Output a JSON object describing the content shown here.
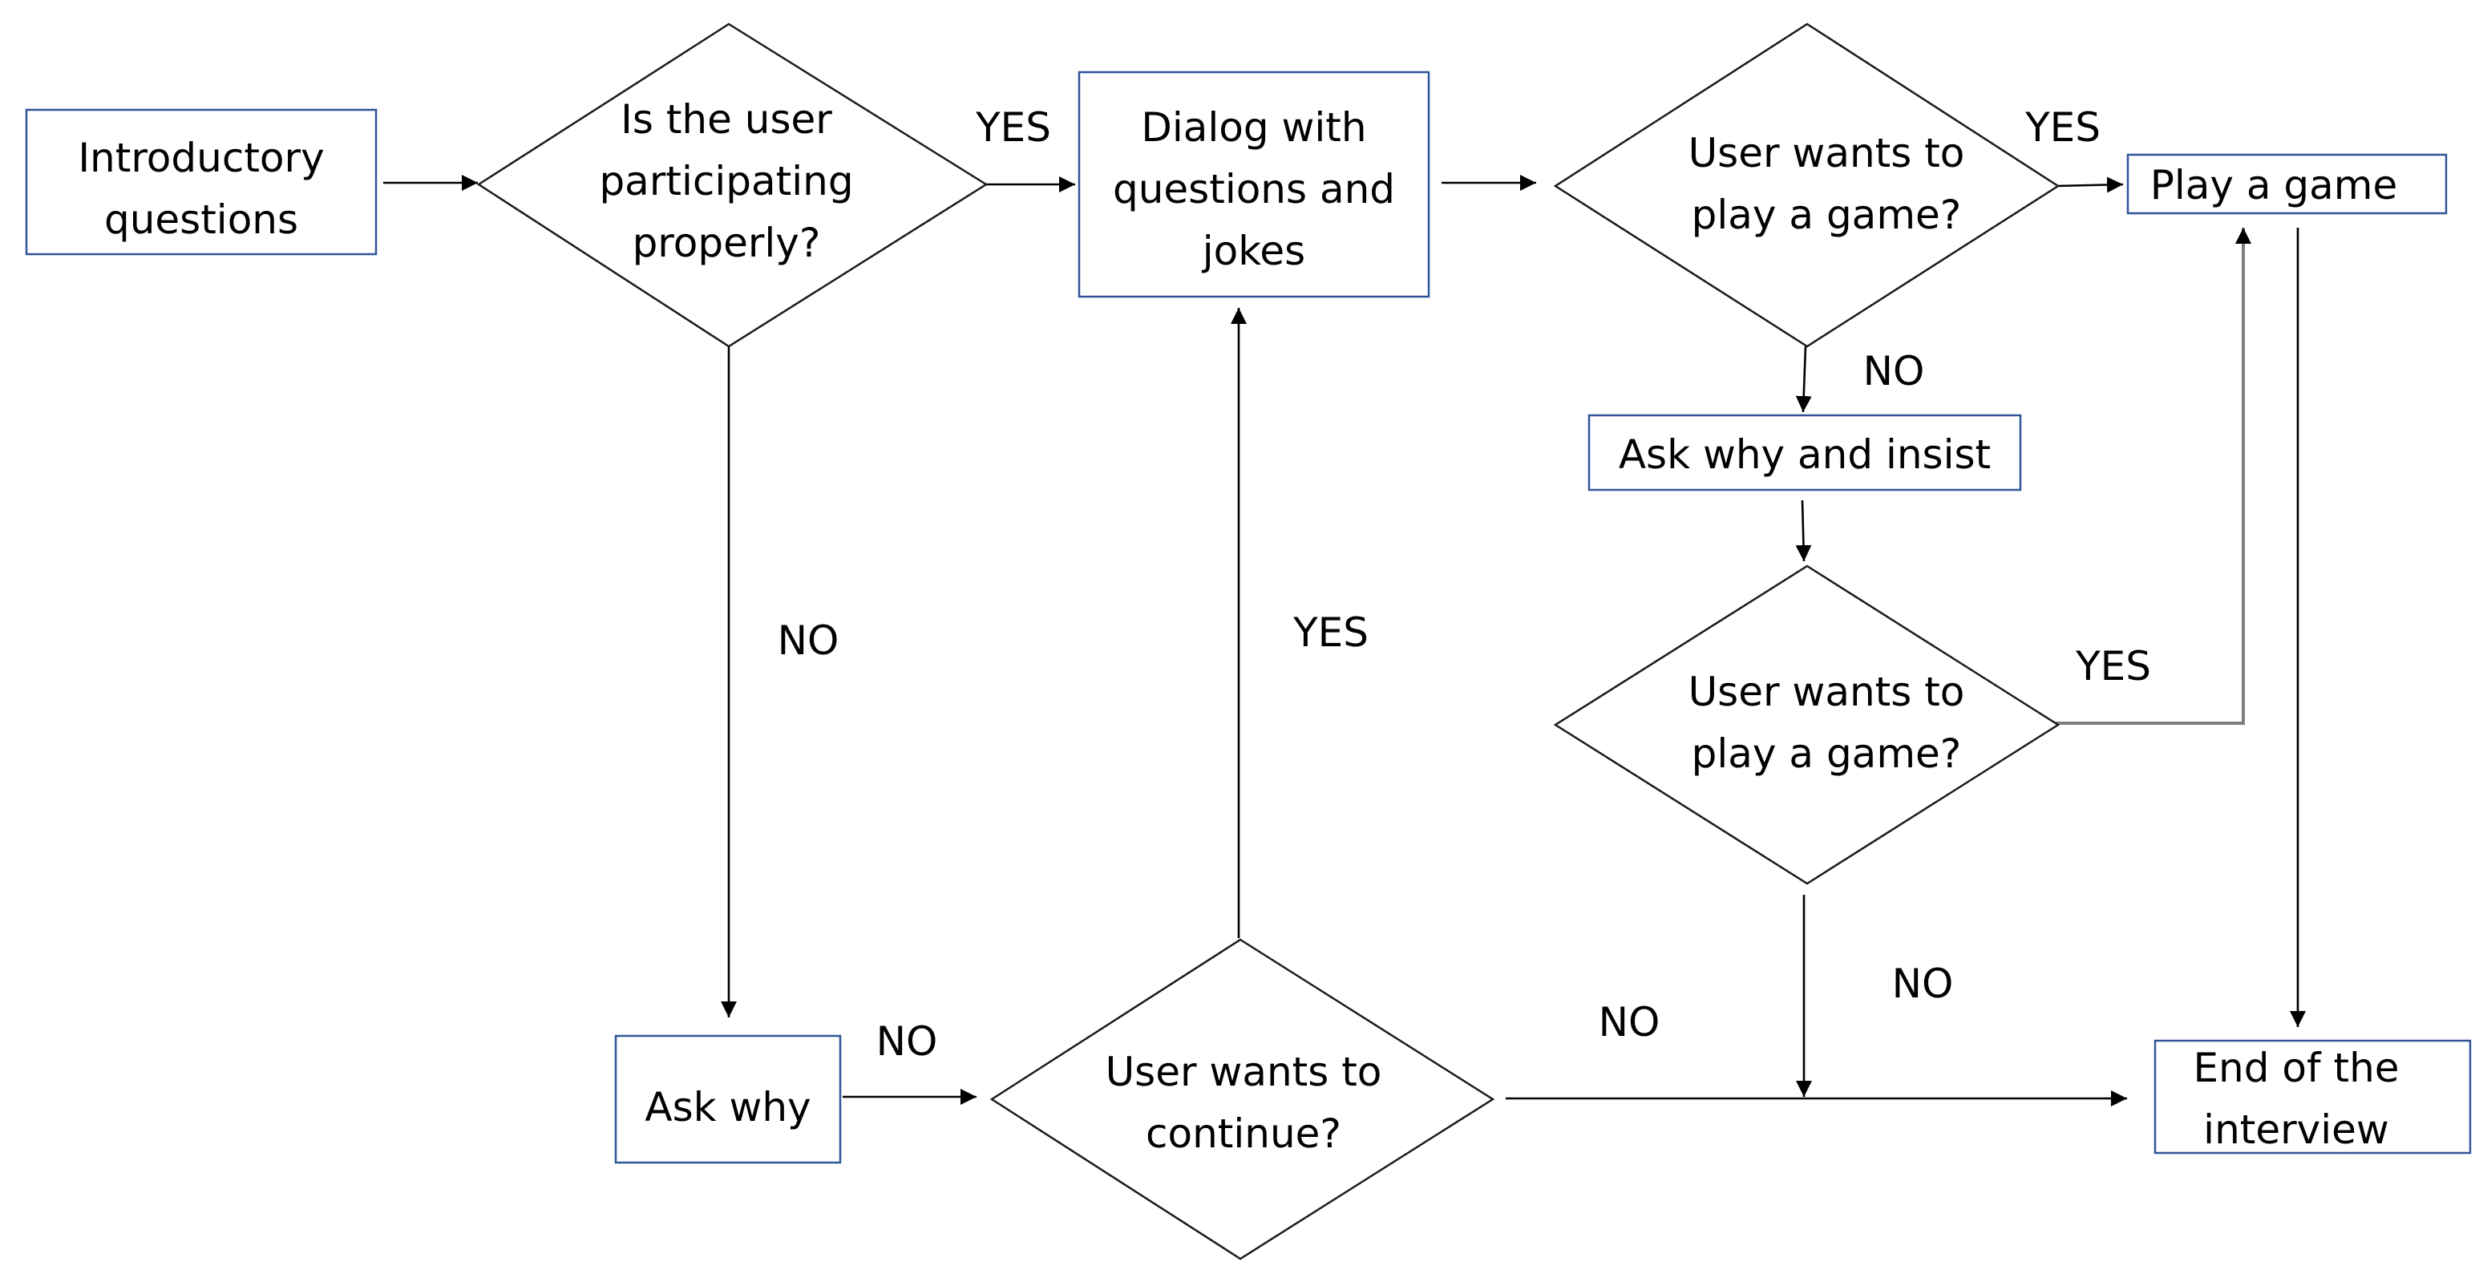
{
  "nodes": {
    "introductory_questions": [
      "Introductory",
      "questions"
    ],
    "participating_decision": [
      "Is the user",
      "participating",
      "properly?"
    ],
    "dialog": [
      "Dialog with",
      "questions and",
      "jokes"
    ],
    "game_decision_1": [
      "User wants to",
      "play a game?"
    ],
    "play_game": [
      "Play a game"
    ],
    "ask_why_insist": [
      "Ask why and insist"
    ],
    "game_decision_2": [
      "User wants to",
      "play a game?"
    ],
    "ask_why": [
      "Ask why"
    ],
    "continue_decision": [
      "User wants to",
      "continue?"
    ],
    "end_interview": [
      "End of the",
      "interview"
    ]
  },
  "edge_labels": {
    "participating_yes": "YES",
    "participating_no": "NO",
    "game1_yes": "YES",
    "game1_no": "NO",
    "game2_yes": "YES",
    "game2_no": "NO",
    "continue_yes": "YES",
    "askwhy_no": "NO",
    "continue_no": "NO"
  }
}
